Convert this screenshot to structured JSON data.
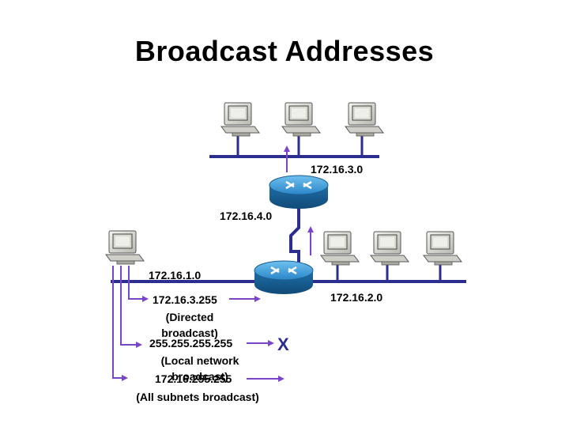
{
  "title": "Broadcast Addresses",
  "networks": {
    "net_top": "172.16.3.0",
    "net_link": "172.16.4.0",
    "net_left": "172.16.1.0",
    "net_right": "172.16.2.0"
  },
  "broadcasts": [
    {
      "address": "172.16.3.255",
      "line1": "(Directed",
      "line2": "broadcast)"
    },
    {
      "address": "255.255.255.255",
      "line1": "(Local network",
      "line2": "broadcast)"
    },
    {
      "address": "172.16.255.255",
      "line1": "(All subnets broadcast)",
      "line2": ""
    }
  ],
  "blocked_mark": "X",
  "colors": {
    "network_line": "#2b2d8f",
    "arrow": "#7b45c9",
    "router": "#2c8fd0",
    "blocked_mark": "#2b2d8f"
  },
  "icons": [
    "router-icon",
    "computer-icon"
  ]
}
